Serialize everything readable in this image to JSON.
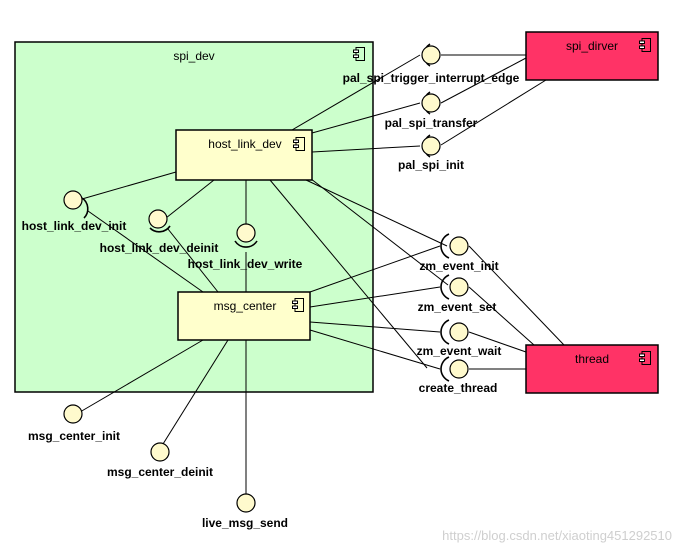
{
  "diagram": {
    "containers": {
      "spi_dev": "spi_dev"
    },
    "components": {
      "spi_dirver": "spi_dirver",
      "thread": "thread",
      "host_link_dev": "host_link_dev",
      "msg_center": "msg_center"
    },
    "interfaces": {
      "pal_spi_trigger_interrupt_edge": "pal_spi_trigger_interrupt_edge",
      "pal_spi_transfer": "pal_spi_transfer",
      "pal_spi_init": "pal_spi_init",
      "host_link_dev_init": "host_link_dev_init",
      "host_link_dev_deinit": "host_link_dev_deinit",
      "host_link_dev_write": "host_link_dev_write",
      "zm_event_init": "zm_event_init",
      "zm_event_set": "zm_event_set",
      "zm_event_wait": "zm_event_wait",
      "create_thread": "create_thread",
      "msg_center_init": "msg_center_init",
      "msg_center_deinit": "msg_center_deinit",
      "live_msg_send": "live_msg_send"
    },
    "colors": {
      "container_fill": "#ccffcc",
      "component_fill": "#ffffcc",
      "external_fill": "#ff3366",
      "interface_fill": "#fffacd"
    },
    "icon": "component-icon"
  },
  "watermark": "https://blog.csdn.net/xiaoting451292510"
}
